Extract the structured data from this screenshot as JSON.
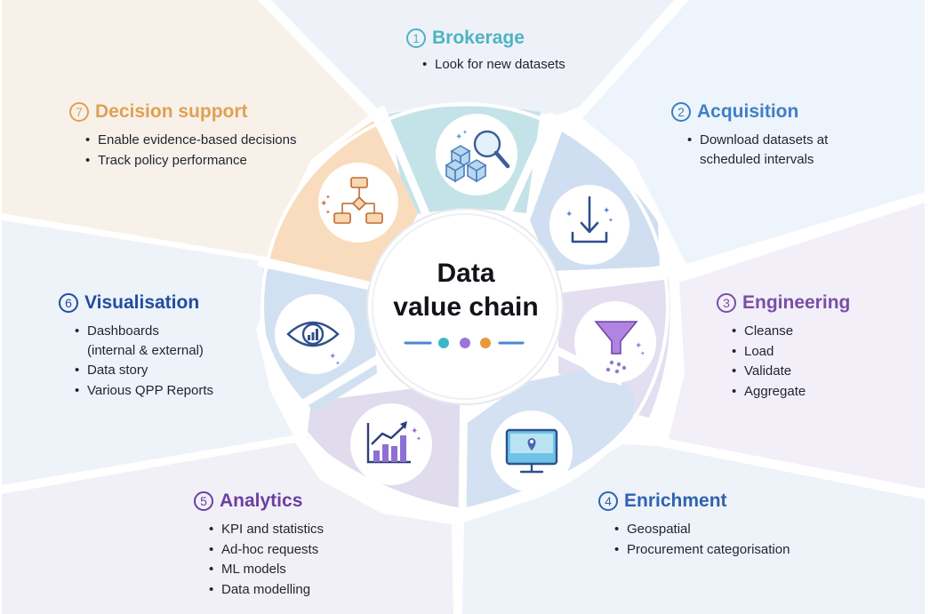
{
  "center": {
    "title_line1": "Data",
    "title_line2": "value chain"
  },
  "stages": [
    {
      "number": "1",
      "title": "Brokerage",
      "color": "#4fb3c2",
      "bullets": [
        "Look for new datasets"
      ]
    },
    {
      "number": "2",
      "title": "Acquisition",
      "color": "#3f7fc4",
      "bullets": [
        "Download datasets at",
        "scheduled intervals"
      ]
    },
    {
      "number": "3",
      "title": "Engineering",
      "color": "#7a4ea6",
      "bullets": [
        "Cleanse",
        "Load",
        "Validate",
        "Aggregate"
      ]
    },
    {
      "number": "4",
      "title": "Enrichment",
      "color": "#2f63ae",
      "bullets": [
        "Geospatial",
        "Procurement categorisation"
      ]
    },
    {
      "number": "5",
      "title": "Analytics",
      "color": "#6b3fa0",
      "bullets": [
        "KPI and statistics",
        "Ad-hoc requests",
        "ML models",
        "Data modelling"
      ]
    },
    {
      "number": "6",
      "title": "Visualisation",
      "color": "#1f4ea0",
      "bullets": [
        "Dashboards",
        "(internal & external)",
        "Data story",
        "Various QPP Reports"
      ]
    },
    {
      "number": "7",
      "title": "Decision support",
      "color": "#e0a052",
      "bullets": [
        "Enable evidence-based decisions",
        "Track policy performance"
      ]
    }
  ],
  "icons": [
    "magnifier-cubes-icon",
    "download-tray-icon",
    "funnel-icon",
    "monitor-map-pin-icon",
    "bar-chart-trend-icon",
    "eye-chart-icon",
    "flowchart-icon"
  ],
  "colors": {
    "accent_teal": "#4fb3c2",
    "accent_blue": "#3f7fc4",
    "accent_purple": "#7a4ea6",
    "accent_orange": "#e0a052",
    "dot_teal": "#3fb6c6",
    "dot_purple": "#9b76d6",
    "dot_orange": "#e8993a"
  }
}
